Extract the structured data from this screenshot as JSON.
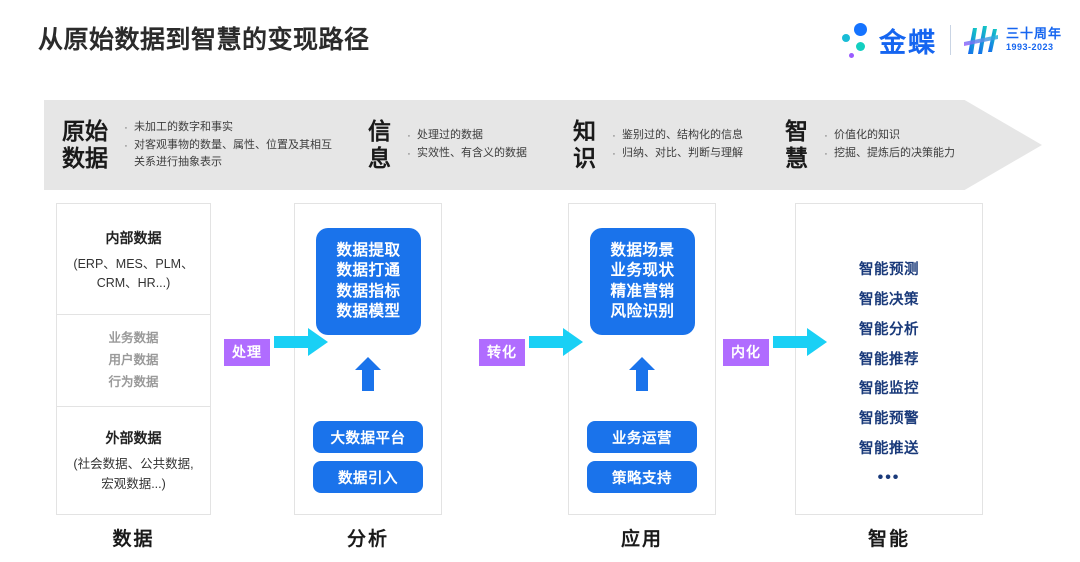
{
  "header": {
    "title": "从原始数据到智慧的变现路径",
    "brand_name": "金蝶",
    "anniversary_cn": "三十周年",
    "anniversary_years": "1993-2023",
    "brand_colors": {
      "primary_blue": "#1565f0",
      "teal": "#13cfc0",
      "cyan": "#19bcd6",
      "purple": "#9a5cff"
    }
  },
  "banner": {
    "background": "#e6e6e6",
    "stages": [
      {
        "name": "原始\n数据",
        "bullets": [
          "未加工的数字和事实",
          "对客观事物的数量、属性、位置及其相互关系进行抽象表示"
        ]
      },
      {
        "name": "信\n息",
        "bullets": [
          "处理过的数据",
          "实效性、有含义的数据"
        ]
      },
      {
        "name": "知\n识",
        "bullets": [
          "鉴别过的、结构化的信息",
          "归纳、对比、判断与理解"
        ]
      },
      {
        "name": "智\n慧",
        "bullets": [
          "价值化的知识",
          "挖掘、提炼后的决策能力"
        ]
      }
    ]
  },
  "columns": {
    "data": {
      "footer_label": "数据",
      "internal_heading": "内部数据",
      "internal_sub": "(ERP、MES、PLM、\nCRM、HR...)",
      "middle_items": [
        "业务数据",
        "用户数据",
        "行为数据"
      ],
      "external_heading": "外部数据",
      "external_sub": "(社会数据、公共数据,\n宏观数据...)"
    },
    "analysis": {
      "footer_label": "分析",
      "card_lines": "数据提取\n数据打通\n数据指标\n数据模型",
      "pill_top": "大数据平台",
      "pill_bottom": "数据引入"
    },
    "application": {
      "footer_label": "应用",
      "card_lines": "数据场景\n业务现状\n精准营销\n风险识别",
      "pill_top": "业务运营",
      "pill_bottom": "策略支持"
    },
    "intelligence": {
      "footer_label": "智能",
      "items": [
        "智能预测",
        "智能决策",
        "智能分析",
        "智能推荐",
        "智能监控",
        "智能预警",
        "智能推送"
      ],
      "ellipsis": "•••"
    }
  },
  "connectors": [
    {
      "label": "处理",
      "label_color": "#b06cff",
      "arrow_color": "#19d0f5"
    },
    {
      "label": "转化",
      "label_color": "#b06cff",
      "arrow_color": "#19d0f5"
    },
    {
      "label": "内化",
      "label_color": "#b06cff",
      "arrow_color": "#19d0f5"
    }
  ]
}
